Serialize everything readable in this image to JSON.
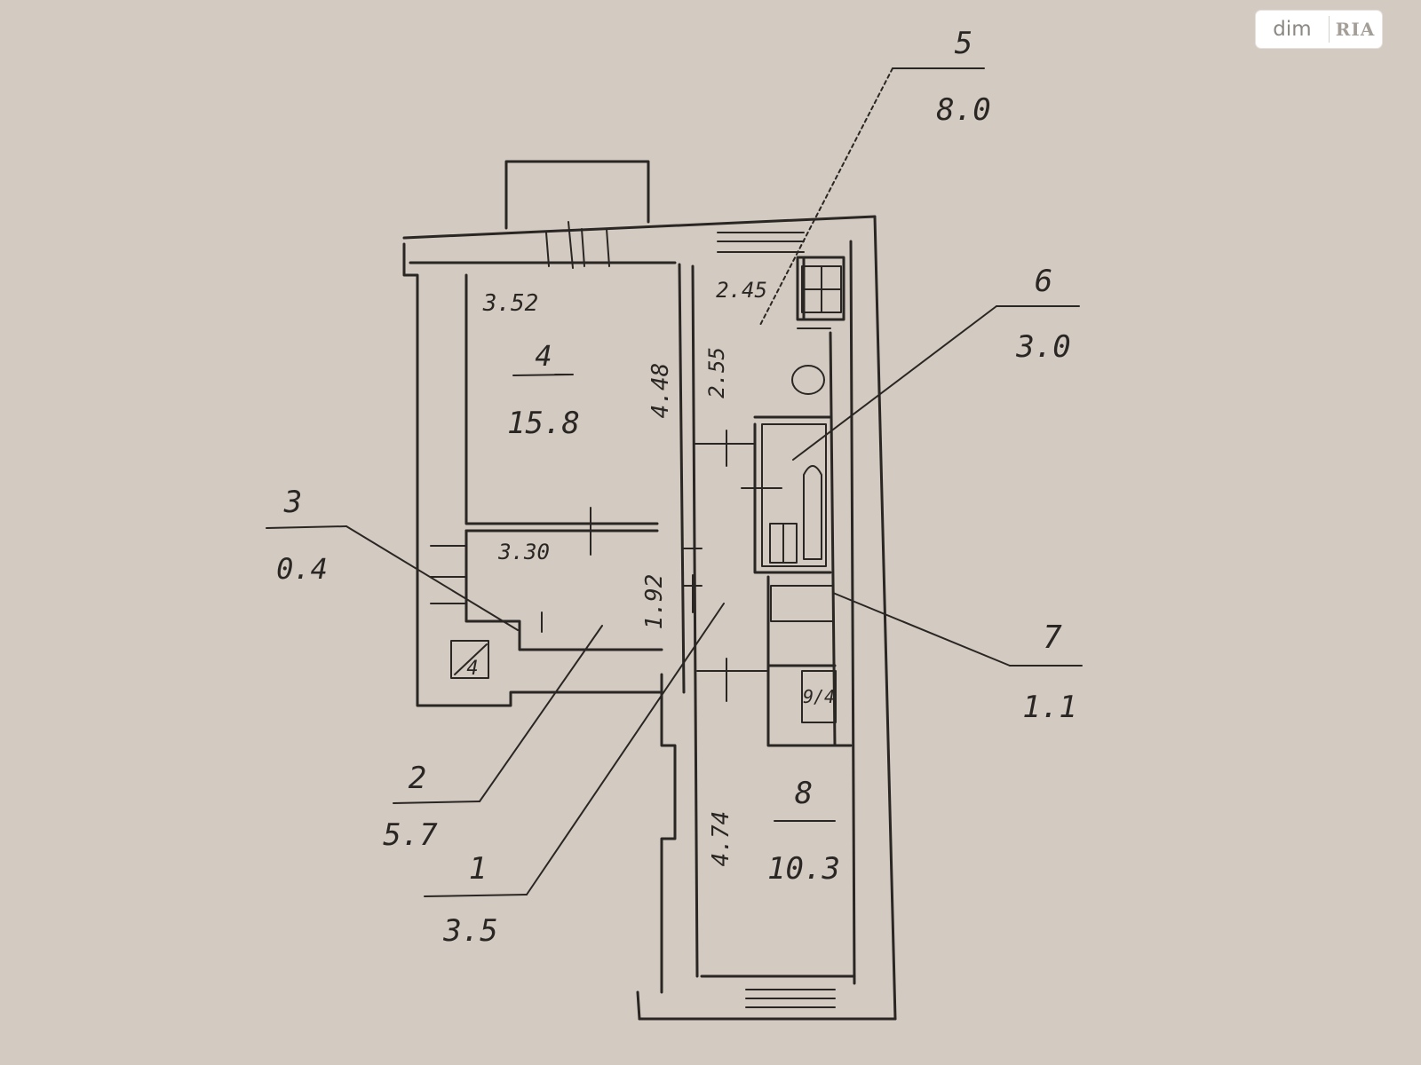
{
  "watermark": {
    "brand": "dim",
    "mark": "RIA"
  },
  "rooms": [
    {
      "id": "r1",
      "number": "1",
      "area": "3.5"
    },
    {
      "id": "r2",
      "number": "2",
      "area": "5.7"
    },
    {
      "id": "r3",
      "number": "3",
      "area": "0.4"
    },
    {
      "id": "r4",
      "number": "4",
      "area": "15.8"
    },
    {
      "id": "r5",
      "number": "5",
      "area": "8.0"
    },
    {
      "id": "r6",
      "number": "6",
      "area": "3.0"
    },
    {
      "id": "r7",
      "number": "7",
      "area": "1.1"
    },
    {
      "id": "r8",
      "number": "8",
      "area": "10.3"
    }
  ],
  "dimensions": {
    "d352": "3.52",
    "d448": "4.48",
    "d245": "2.45",
    "d255": "2.55",
    "d330": "3.30",
    "d192": "1.92",
    "d474": "4.74"
  },
  "fixtures": {
    "stove": "4",
    "unit": "9/4"
  }
}
